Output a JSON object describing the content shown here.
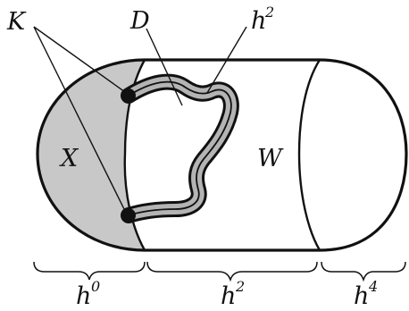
{
  "labels": {
    "K": "K",
    "D": "D",
    "h2_top": "h",
    "h2_top_exp": "2",
    "X": "X",
    "W": "W",
    "h0": "h",
    "h0_exp": "0",
    "h2_bottom": "h",
    "h2_bottom_exp": "2",
    "h4": "h",
    "h4_exp": "4"
  },
  "colors": {
    "outline": "#111111",
    "shaded_region": "#c8c8c8",
    "band_fill": "#b4b4b4",
    "background": "#ffffff"
  }
}
